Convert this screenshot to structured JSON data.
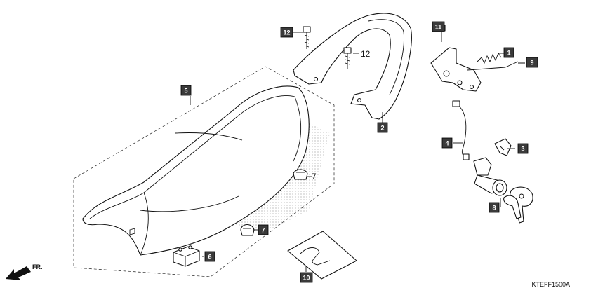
{
  "diagram": {
    "code": "KTEFF1500A",
    "front_label": "FR.",
    "labels": {
      "p1": "1",
      "p2": "2",
      "p3": "3",
      "p4": "4",
      "p5": "5",
      "p6": "6",
      "p7a": "7",
      "p7b": "7",
      "p8": "8",
      "p9": "9",
      "p10": "10",
      "p11": "11",
      "p12a": "12",
      "p12b": "12"
    }
  }
}
